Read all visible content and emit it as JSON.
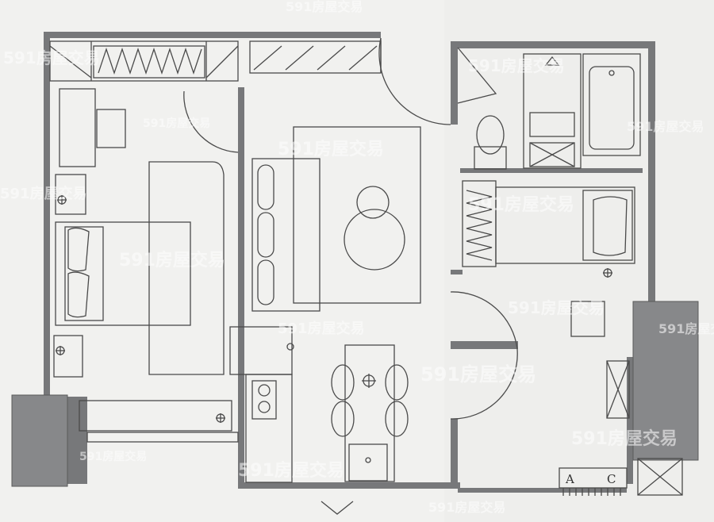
{
  "watermark": "591房屋交易",
  "ac_label_a": "A",
  "ac_label_c": "C",
  "colors": {
    "wall": "#77787a",
    "column": "#87888a",
    "line": "#4a4a4a",
    "paper": "#f3f3f1"
  }
}
